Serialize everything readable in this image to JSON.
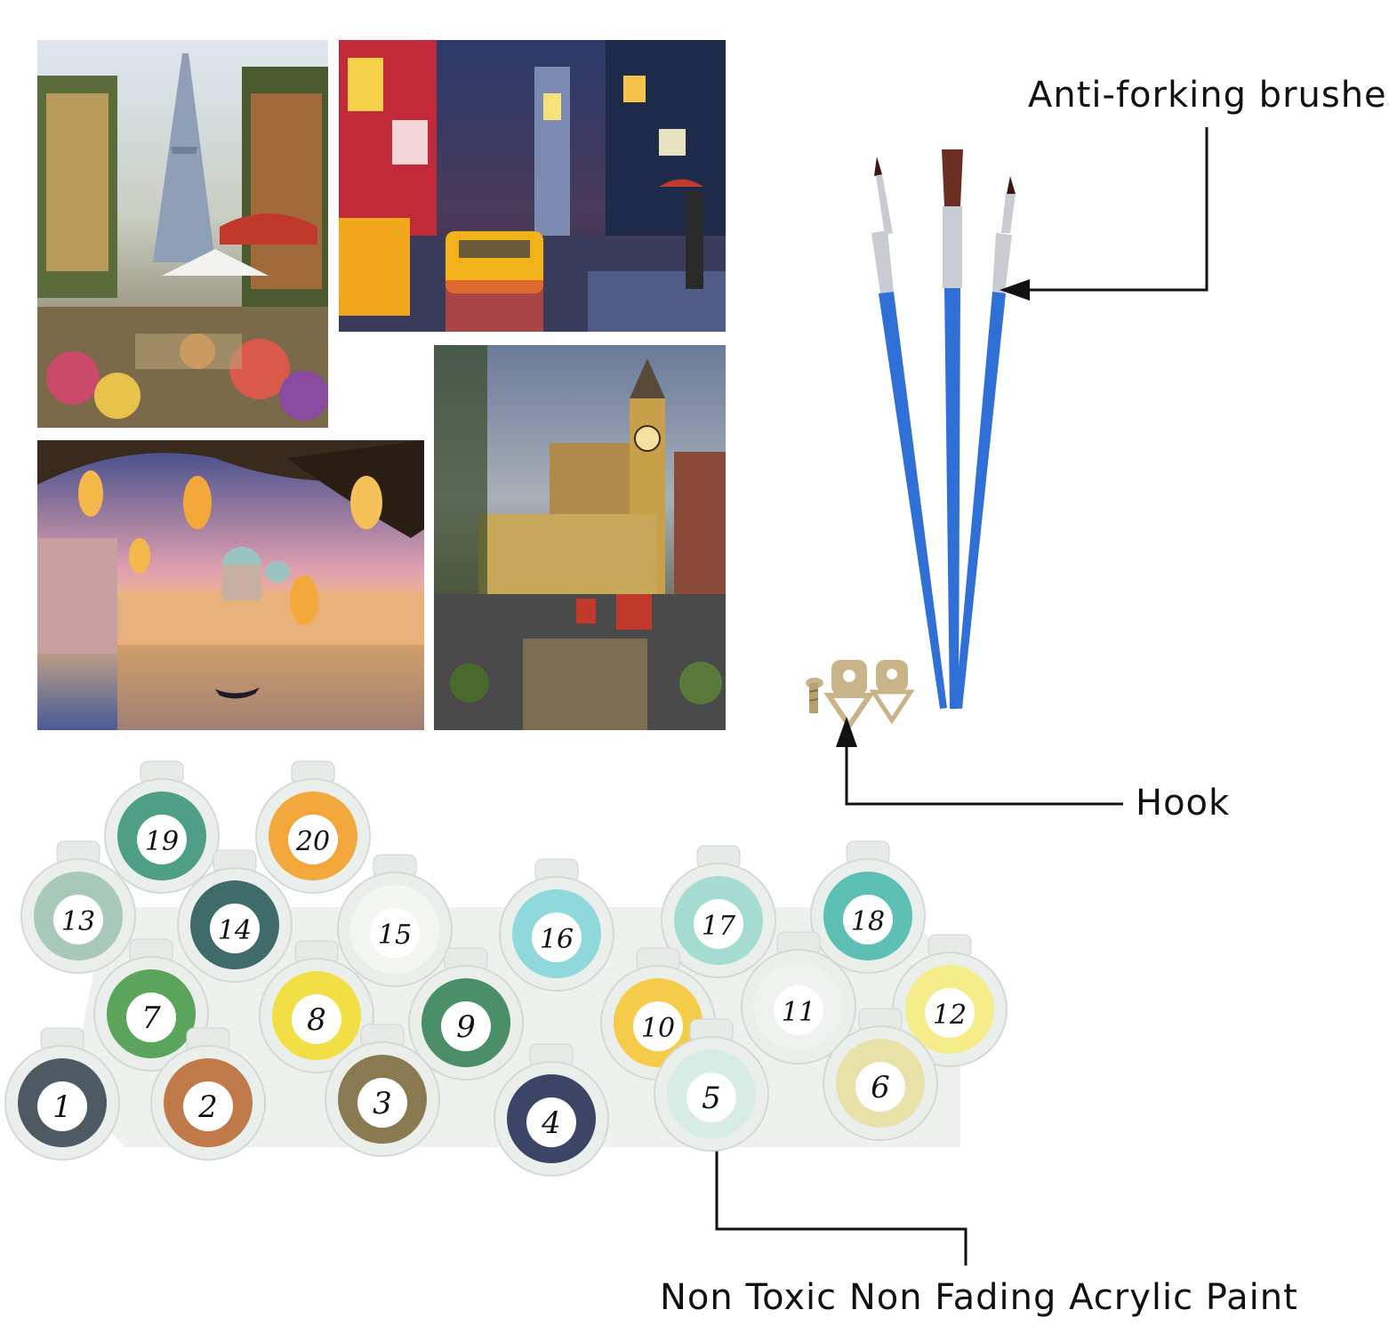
{
  "labels": {
    "brushes": "Anti-forking brushes",
    "hook": "Hook",
    "paint": "Non Toxic Non Fading Acrylic Paint"
  },
  "paintings": [
    {
      "name": "paris-eiffel-painting",
      "subject": "Paris street with Eiffel tower"
    },
    {
      "name": "new-york-taxi-painting",
      "subject": "Rainy city street with yellow taxis"
    },
    {
      "name": "venice-lanterns-painting",
      "subject": "Venice canal at dusk with lanterns"
    },
    {
      "name": "london-big-ben-painting",
      "subject": "London street with Big Ben"
    }
  ],
  "paint_pots": [
    {
      "number": "1",
      "color": "#4d5963"
    },
    {
      "number": "2",
      "color": "#c07a4a"
    },
    {
      "number": "3",
      "color": "#8a7a52"
    },
    {
      "number": "4",
      "color": "#3c4566"
    },
    {
      "number": "5",
      "color": "#d6ece4"
    },
    {
      "number": "6",
      "color": "#e9e2a8"
    },
    {
      "number": "7",
      "color": "#5aa45c"
    },
    {
      "number": "8",
      "color": "#f2df45"
    },
    {
      "number": "9",
      "color": "#4a8f67"
    },
    {
      "number": "10",
      "color": "#f5cc4a"
    },
    {
      "number": "11",
      "color": "#eef3ef"
    },
    {
      "number": "12",
      "color": "#f5ec8a"
    },
    {
      "number": "13",
      "color": "#a9c9b8"
    },
    {
      "number": "14",
      "color": "#3f6b6b"
    },
    {
      "number": "15",
      "color": "#f4f6f2"
    },
    {
      "number": "16",
      "color": "#8fd8dc"
    },
    {
      "number": "17",
      "color": "#a4dcd2"
    },
    {
      "number": "18",
      "color": "#5cc0b4"
    },
    {
      "number": "19",
      "color": "#4f9e86"
    },
    {
      "number": "20",
      "color": "#f2a83c"
    }
  ],
  "colors": {
    "brush_handle": "#2f6fd6",
    "ferrule": "#c8ccd2",
    "bristle": "#5a2a1e",
    "hook_metal": "#c9b48a"
  }
}
